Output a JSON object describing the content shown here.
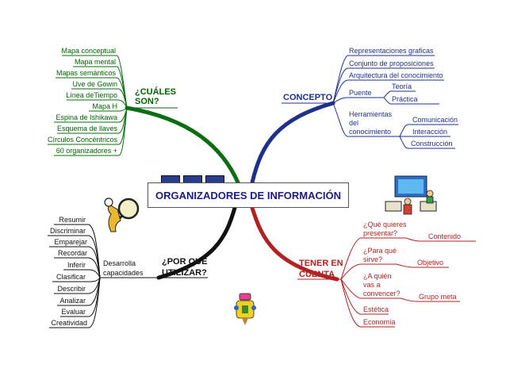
{
  "center": {
    "title": "ORGANIZADORES DE INFORMACIÓN"
  },
  "colors": {
    "cuales": "#006400",
    "concepto": "#1f2f8c",
    "porque": "#111111",
    "tener": "#b22222"
  },
  "cuales": {
    "label": [
      "¿CUÁLES",
      "SON?"
    ],
    "items": [
      "Mapa conceptual",
      "Mapa mental",
      "Mapas semánticos",
      "Uve de Gowin",
      "Línea deTiempo",
      "Mapa H",
      "Espina de Ishikawa",
      "Esquema de llaves",
      "Círculos Concéntricos",
      "60 organizadores +"
    ]
  },
  "concepto": {
    "label": "CONCEPTO",
    "items": [
      "Representaciones graficas",
      "Conjunto de proposiciones",
      "Arquitectura del conocimiento"
    ],
    "puente": {
      "label": "Puente",
      "items": [
        "Teoría",
        "Práctica"
      ]
    },
    "herramientas": {
      "label": [
        "Herramientas",
        "del",
        "conocimiento"
      ],
      "items": [
        "Comunicación",
        "Interacción",
        "Construcción"
      ]
    }
  },
  "porque": {
    "label": [
      "¿POR QUÉ",
      "UTILIZAR?"
    ],
    "sub": [
      "Desarrolla",
      "capacidades"
    ],
    "items": [
      "Resumir",
      "Discriminar",
      "Emparejar",
      "Recordar",
      "Inferir",
      "Clasificar",
      "Describir",
      "Analizar",
      "Evaluar",
      "Creatividad"
    ]
  },
  "tener": {
    "label": [
      "TENER EN",
      "CUENTA"
    ],
    "q1": {
      "label": [
        "¿Qué quieres",
        "presentar?"
      ],
      "item": "Contenido"
    },
    "q2": {
      "label": [
        "¿Para qué",
        "sirve?"
      ],
      "item": "Objetivo"
    },
    "q3": {
      "label": [
        "¿A quién",
        "vas a",
        "convencer?"
      ],
      "item": "Grupo meta"
    },
    "items": [
      "Estética",
      "Economía"
    ]
  },
  "icons": [
    "magnifier-figure-icon",
    "pencil-figure-icon",
    "classroom-computer-icon"
  ]
}
